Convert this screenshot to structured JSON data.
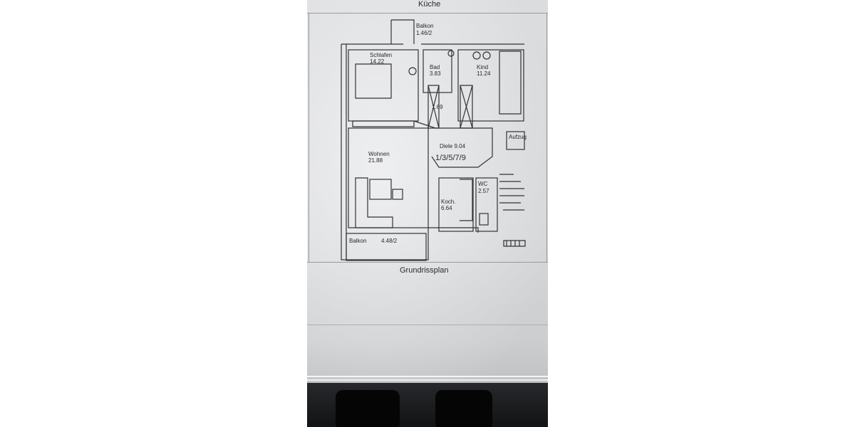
{
  "page": {
    "top_caption": "Küche",
    "caption": "Grundrissplan"
  },
  "plan": {
    "rooms": {
      "balkon_top": "Balkon",
      "balkon_top_area": "1.46/2",
      "schlafen": "Schlafen",
      "schlafen_area": "14.22",
      "bad": "Bad",
      "bad_area": "3.83",
      "kind": "Kind",
      "kind_area": "11.24",
      "flur_area": "1.69",
      "aufzug": "Aufzug",
      "diele": "Diele 9.04",
      "unit_numbers": "1/3/5/7/9",
      "wohnen": "Wohnen",
      "wohnen_area": "21.88",
      "wc": "WC",
      "wc_area": "2.57",
      "koch": "Koch.",
      "koch_area": "6.64",
      "balkon_bottom": "Balkon",
      "balkon_bottom_area": "4.48/2"
    }
  },
  "colors": {
    "paper": "#e6e7e9",
    "ink": "#2a2a2a",
    "floor": "#151617"
  }
}
